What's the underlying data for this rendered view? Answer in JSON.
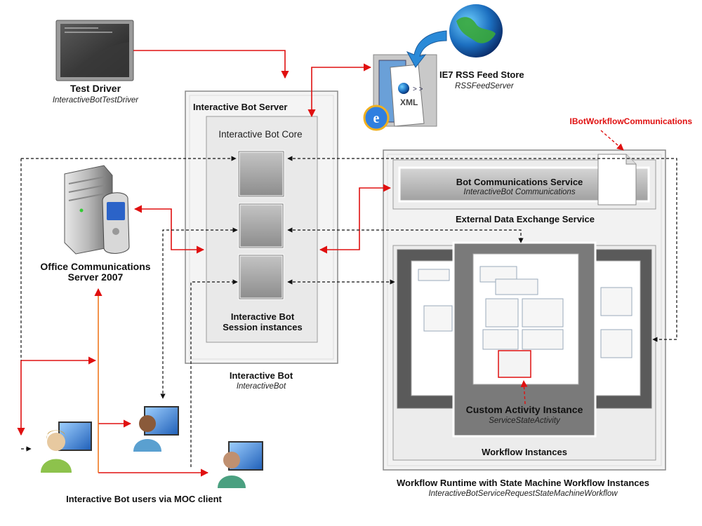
{
  "labels": {
    "test_driver": {
      "title": "Test Driver",
      "subtitle": "InteractiveBotTestDriver"
    },
    "rss_store": {
      "title": "IE7 RSS Feed Store",
      "subtitle": "RSSFeedServer"
    },
    "xml_badge": "XML",
    "interface_name": "IBotWorkflowCommunications",
    "bot_server": "Interactive Bot Server",
    "bot_core": "Interactive Bot Core",
    "session_line1": "Interactive Bot",
    "session_line2": "Session instances",
    "interactive_bot": {
      "title": "Interactive Bot",
      "subtitle": "InteractiveBot"
    },
    "ocs_line1": "Office Communications",
    "ocs_line2": "Server 2007",
    "bot_comm_service": {
      "title": "Bot Communications Service",
      "subtitle": "InteractiveBot Communications"
    },
    "external_data_exchange": "External Data Exchange Service",
    "custom_activity": {
      "title": "Custom Activity Instance",
      "subtitle": "ServiceStateActivity"
    },
    "workflow_instances": "Workflow Instances",
    "workflow_runtime": {
      "title": "Workflow Runtime with State Machine Workflow Instances",
      "subtitle": "InteractiveBotServiceRequestStateMachineWorkflow"
    },
    "users": "Interactive Bot users via MOC client"
  },
  "colors": {
    "red_arrow": "#e01010",
    "orange_line": "#f07820",
    "dashed_arrow": "#111111",
    "panel_border": "#8a8a8a",
    "panel_fill": "#f2f2f2"
  },
  "icons": [
    "terminal-screen-icon",
    "globe-icon",
    "xml-document-icon",
    "internet-explorer-icon",
    "server-tower-icon",
    "mobile-phone-icon",
    "user-monitor-icon"
  ]
}
